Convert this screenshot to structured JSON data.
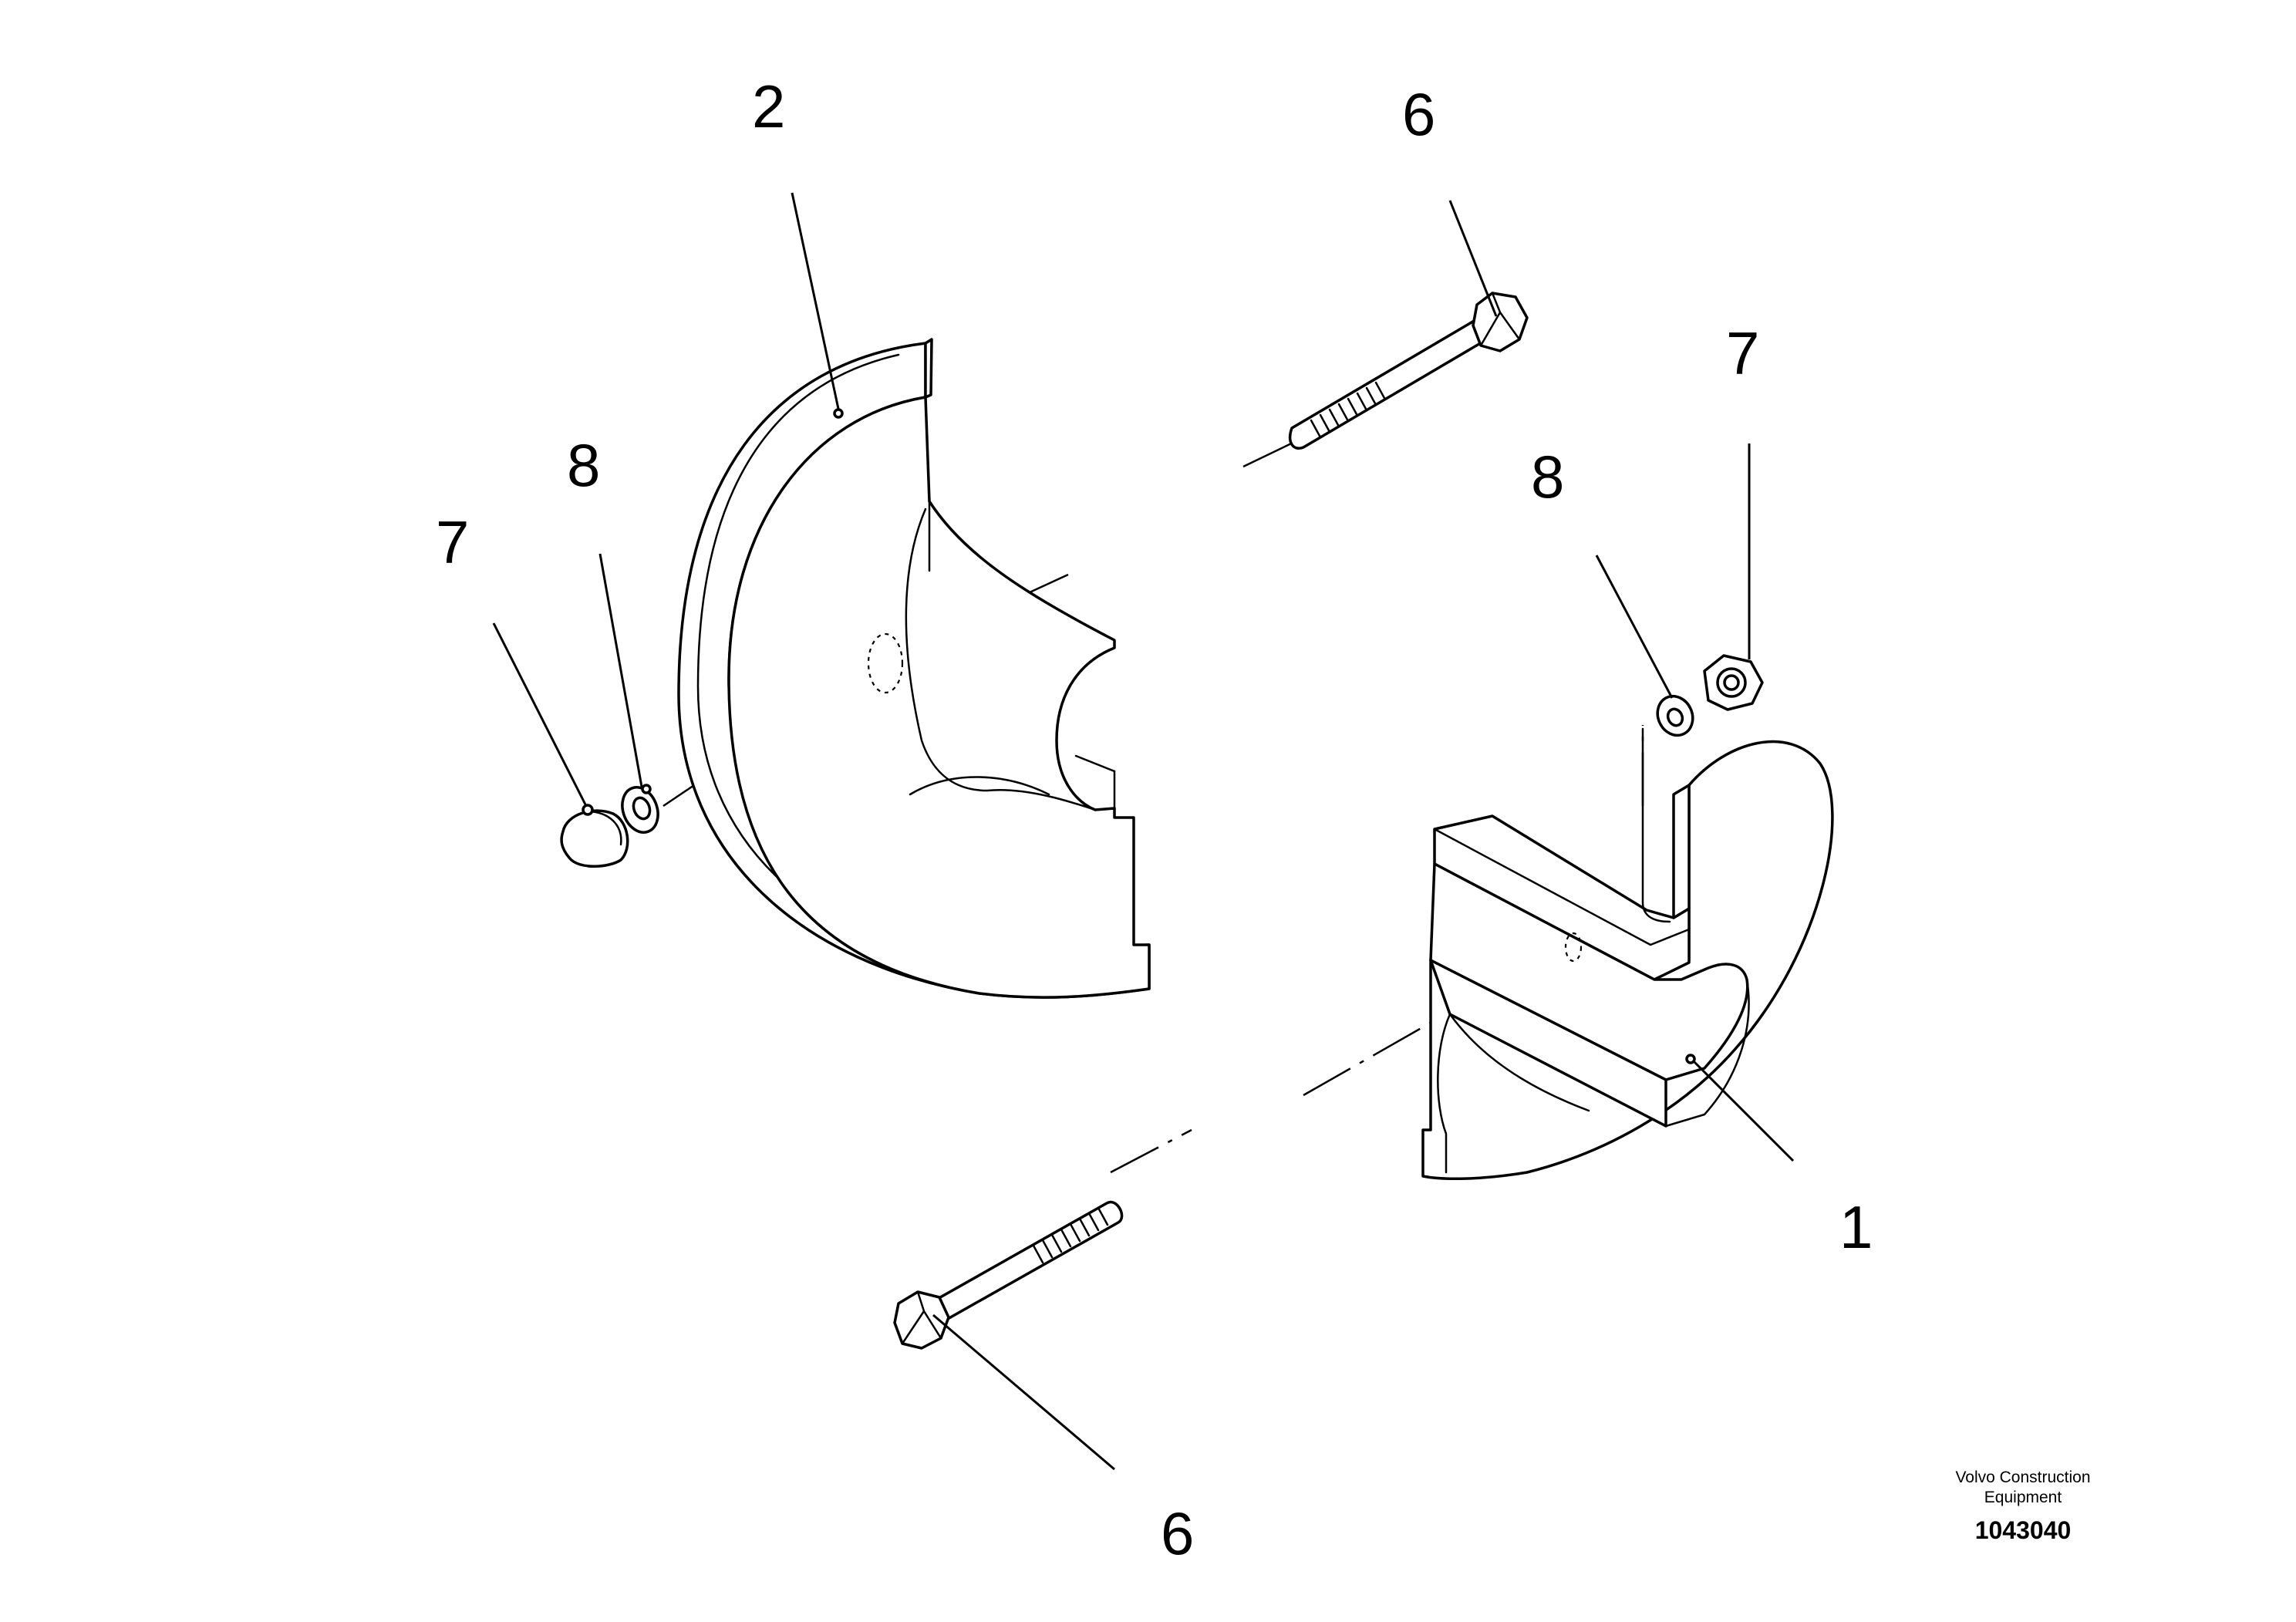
{
  "callouts": {
    "part_1": "1",
    "part_2": "2",
    "bolt_top": "6",
    "bolt_bottom": "6",
    "nut_left": "7",
    "nut_right": "7",
    "washer_left": "8",
    "washer_right": "8"
  },
  "footer": {
    "brand_line_1": "Volvo Construction",
    "brand_line_2": "Equipment",
    "document_number": "1043040"
  }
}
